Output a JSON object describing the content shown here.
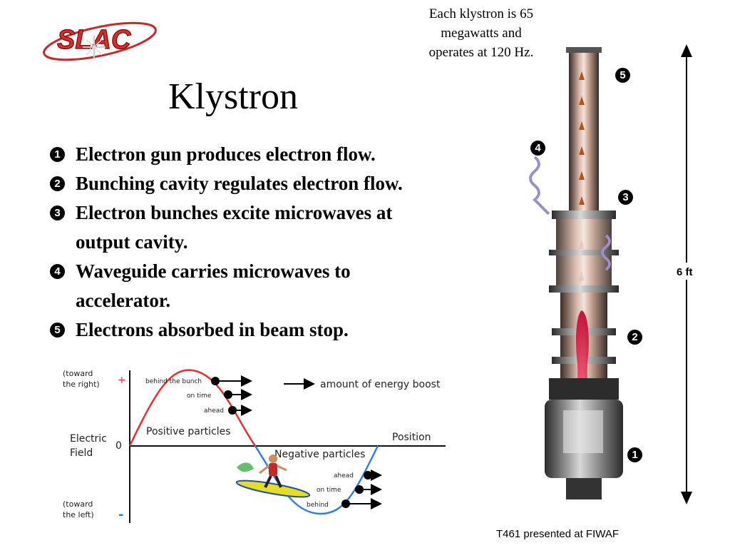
{
  "logo": {
    "text": "SLAC"
  },
  "note": {
    "line1": "Each klystron is 65",
    "line2": "megawatts and",
    "line3": "operates at 120 Hz."
  },
  "title": "Klystron",
  "bullets": [
    {
      "number": "1",
      "lines": [
        "Electron gun produces electron flow."
      ]
    },
    {
      "number": "2",
      "lines": [
        "Bunching cavity regulates electron flow."
      ]
    },
    {
      "number": "3",
      "lines": [
        "Electron bunches excite microwaves at",
        "output cavity."
      ]
    },
    {
      "number": "4",
      "lines": [
        "Waveguide carries microwaves to",
        "accelerator."
      ]
    },
    {
      "number": "5",
      "lines": [
        "Electrons absorbed in beam stop."
      ]
    }
  ],
  "diagram": {
    "top_axis_label_1": "(toward",
    "top_axis_label_2": "the right)",
    "plus": "+",
    "field_label_1": "Electric",
    "field_label_2": "Field",
    "zero": "0",
    "bottom_axis_label_1": "(toward",
    "bottom_axis_label_2": "the left)",
    "minus": "-",
    "position_label": "Position",
    "legend": "amount of energy boost",
    "positive_label": "Positive particles",
    "negative_label": "Negative particles",
    "pos_markers": [
      "behind the bunch",
      "on time",
      "ahead"
    ],
    "neg_markers": [
      "ahead",
      "on time",
      "behind"
    ],
    "colors": {
      "positive_wave": "#e53030",
      "negative_wave": "#2f7fe0",
      "axis": "#111111"
    }
  },
  "klystron_labels": {
    "gun": "1",
    "bunching_cavity": "2",
    "output_cavity": "3",
    "waveguide": "4",
    "beam_stop": "5"
  },
  "height_label": "6 ft",
  "footer": "T461 presented at FIWAF"
}
